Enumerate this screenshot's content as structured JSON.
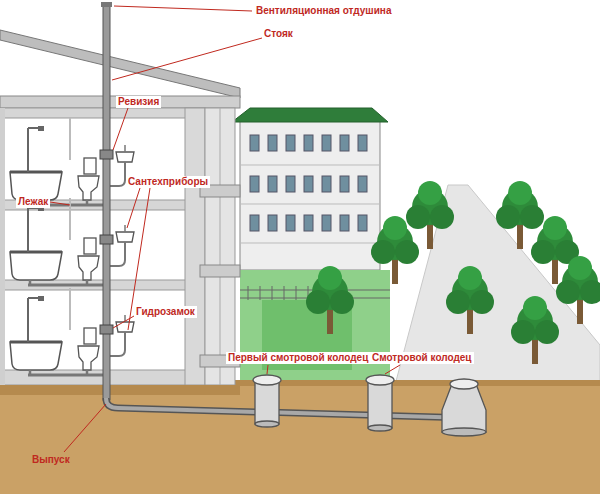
{
  "diagram": {
    "labels": [
      "Вентиляционная отдушина",
      "Стояк",
      "Ревизия",
      "Лежак",
      "Сантехприборы",
      "Гидрозамок",
      "Первый смотровой колодец",
      "Смотровой колодец",
      "Выпуск"
    ]
  }
}
